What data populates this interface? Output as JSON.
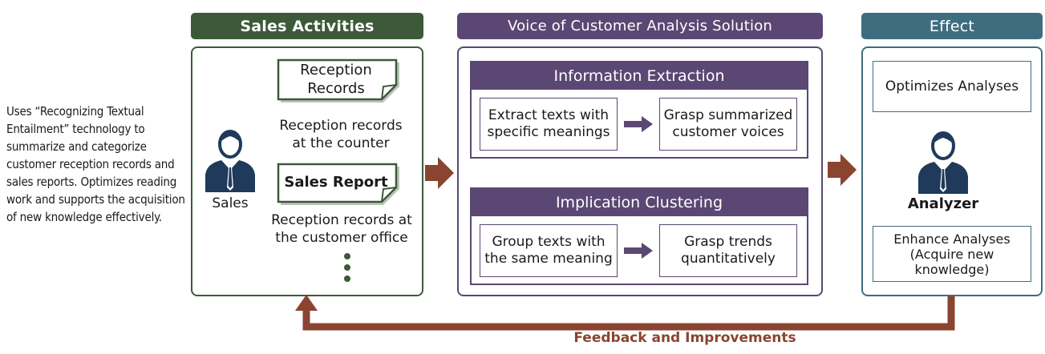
{
  "intro_text": "Uses “Recognizing Textual Entailment” technology to summarize and categorize customer reception records and sales reports. Optimizes reading work and supports the acquisition of new knowledge effectively.",
  "sales": {
    "title": "Sales Activities",
    "person_label": "Sales",
    "doc1": "Reception\nRecords",
    "doc1_caption": "Reception records\nat the counter",
    "doc2": "Sales Report",
    "doc2_caption": "Reception records at\nthe customer office"
  },
  "voc": {
    "title": "Voice of Customer Analysis Solution",
    "sections": [
      {
        "title": "Information Extraction",
        "left": "Extract texts with\nspecific meanings",
        "right": "Grasp summarized\ncustomer voices"
      },
      {
        "title": "Implication Clustering",
        "left": "Group texts with\nthe same meaning",
        "right": "Grasp trends\nquantitatively"
      }
    ]
  },
  "effect": {
    "title": "Effect",
    "box1": "Optimizes Analyses",
    "person_label": "Analyzer",
    "box2": "Enhance Analyses\n(Acquire new\nknowledge)"
  },
  "feedback": "Feedback and Improvements",
  "colors": {
    "sales": "#3c5a38",
    "voc": "#5b4773",
    "effect": "#3f6d80",
    "arrow": "#8a4430",
    "person": "#1f3a5a"
  }
}
